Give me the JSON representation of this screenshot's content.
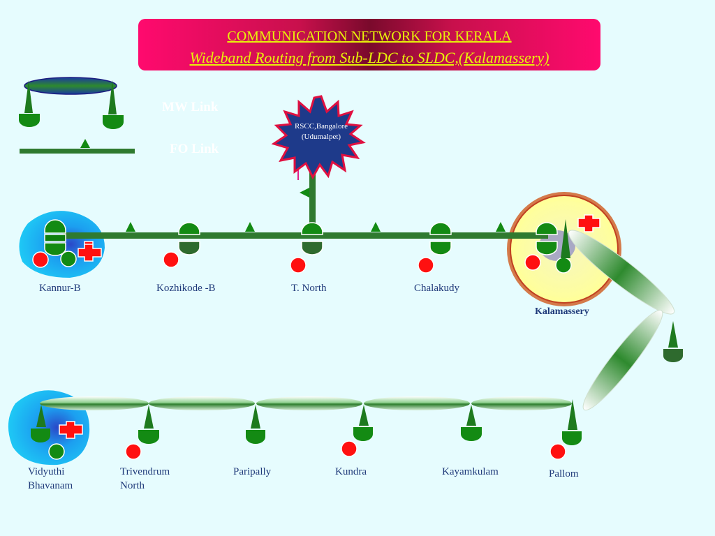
{
  "title": {
    "line1": "COMMUNICATION NETWORK FOR KERALA",
    "line2": "Wideband Routing from Sub-LDC to SLDC,(Kalamassery)"
  },
  "legend": {
    "mw_link": "MW Link",
    "fo_link": "FO Link"
  },
  "rscc": {
    "line1": "RSCC,Bangalore",
    "line2": "(Udumalpet)"
  },
  "stations_top": [
    {
      "name": "Kannur-B"
    },
    {
      "name": "Kozhikode -B"
    },
    {
      "name": "T. North"
    },
    {
      "name": "Chalakudy"
    },
    {
      "name": "Kalamassery"
    }
  ],
  "stations_bottom": [
    {
      "name": "Vidyuthi Bhavanam",
      "lines": [
        "Vidyuthi",
        "Bhavanam"
      ]
    },
    {
      "name": "Trivendrum North",
      "lines": [
        "Trivendrum",
        "North"
      ]
    },
    {
      "name": "Paripally",
      "lines": [
        "Paripally"
      ]
    },
    {
      "name": "Kundra",
      "lines": [
        "Kundra"
      ]
    },
    {
      "name": "Kayamkulam",
      "lines": [
        "Kayamkulam"
      ]
    },
    {
      "name": "Pallom",
      "lines": [
        "Pallom"
      ]
    }
  ],
  "colors": {
    "background": "#e6fcfe",
    "link_green": "#2f7a2f",
    "equipment_green": "#138a13",
    "red_dot": "#ff1010",
    "station_blue": "#1ec8f5",
    "title_text": "#e8f20a",
    "label_blue": "#1f3a7a"
  }
}
